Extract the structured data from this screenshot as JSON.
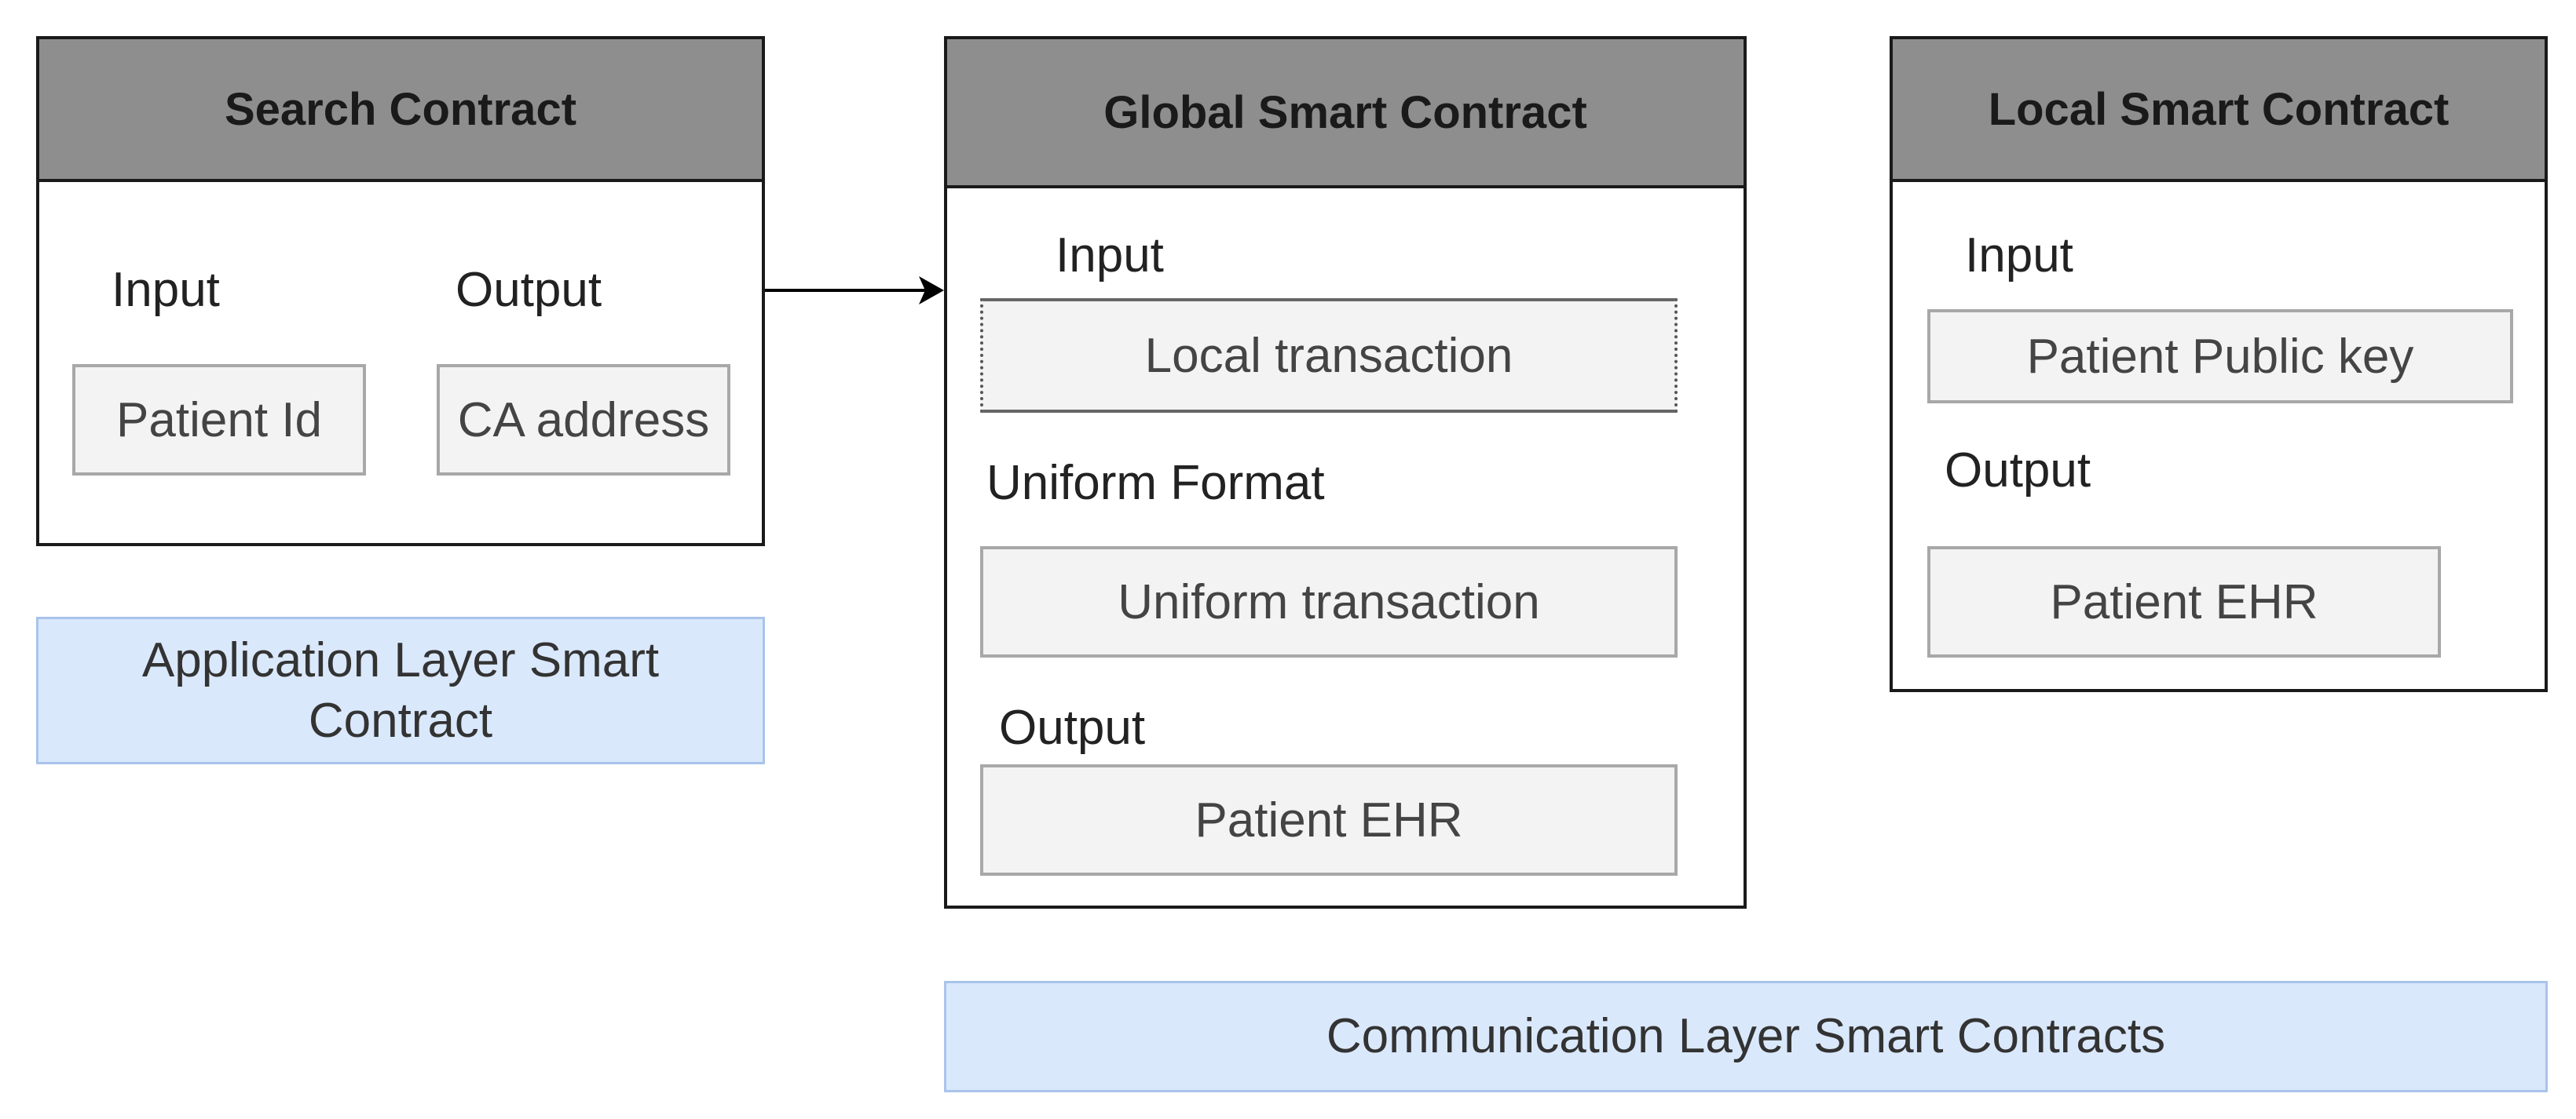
{
  "search_contract": {
    "title": "Search Contract",
    "input_label": "Input",
    "output_label": "Output",
    "input_value": "Patient Id",
    "output_value": "CA address"
  },
  "global_contract": {
    "title": "Global Smart Contract",
    "input_label": "Input",
    "input_value": "Local transaction",
    "uniform_label": "Uniform Format",
    "uniform_value": "Uniform transaction",
    "output_label": "Output",
    "output_value": "Patient EHR"
  },
  "local_contract": {
    "title": "Local Smart Contract",
    "input_label": "Input",
    "input_value": "Patient Public key",
    "output_label": "Output",
    "output_value": "Patient EHR"
  },
  "layers": {
    "application": "Application Layer Smart Contract",
    "communication": "Communication Layer Smart Contracts"
  },
  "colors": {
    "header_fill": "#8e8e8e",
    "field_fill": "#f3f3f3",
    "layer_fill": "#dae8fc",
    "layer_border": "#a9c4eb"
  }
}
